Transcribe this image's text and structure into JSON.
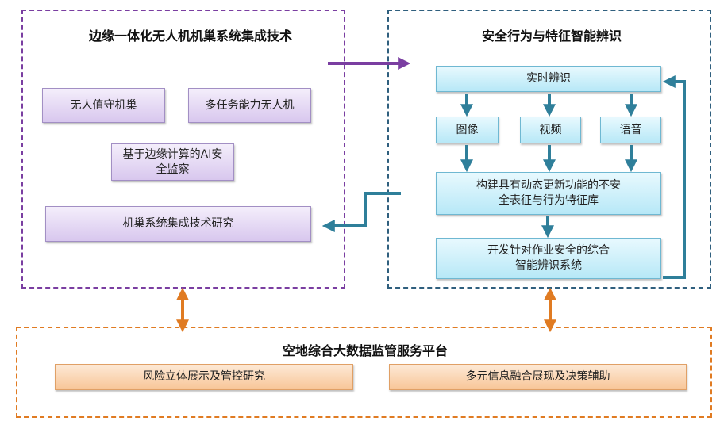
{
  "left_panel": {
    "title": "边缘一体化无人机机巢系统集成技术",
    "boxes": [
      "无人值守机巢",
      "多任务能力无人机",
      "基于边缘计算的AI安全监察",
      "机巢系统集成技术研究"
    ]
  },
  "right_panel": {
    "title": "安全行为与特征智能辨识",
    "realtime": "实时辨识",
    "modalities": [
      "图像",
      "视频",
      "语音"
    ],
    "library": "构建具有动态更新功能的不安全表征与行为特征库",
    "system": "开发针对作业安全的综合智能辨识系统"
  },
  "bottom_panel": {
    "title": "空地综合大数据监管服务平台",
    "boxes": [
      "风险立体展示及管控研究",
      "多元信息融合展现及决策辅助"
    ]
  },
  "colors": {
    "purple": "#7a3ea1",
    "teal": "#2f7f9a",
    "orange": "#e07b22"
  }
}
